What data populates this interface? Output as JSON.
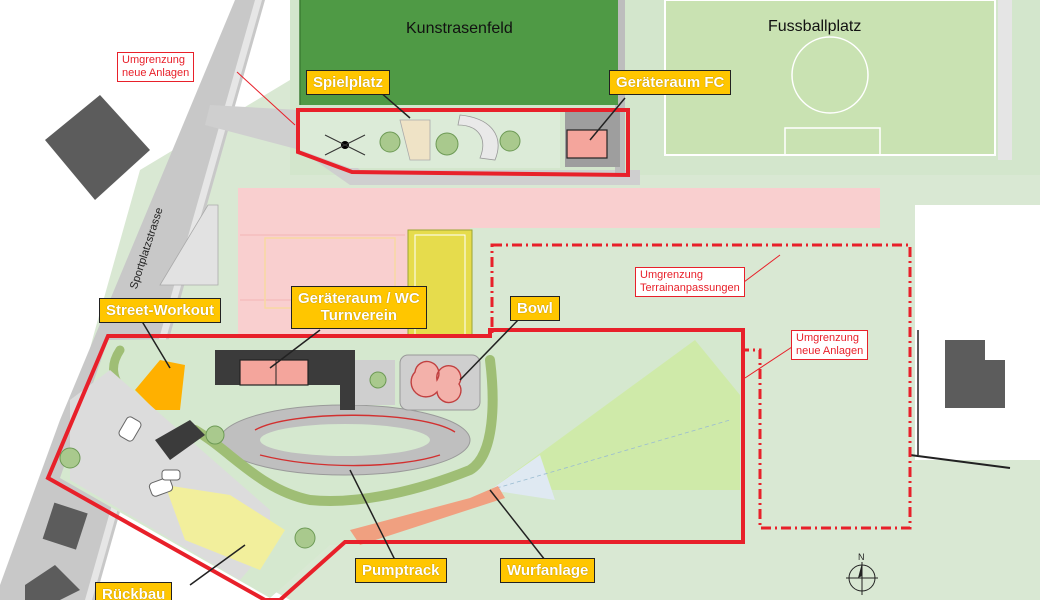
{
  "fields": {
    "kunstrasen": "Kunstrasenfeld",
    "fussball": "Fussballplatz"
  },
  "street": "Sportplatzstrasse",
  "callouts": {
    "spielplatz": "Spielplatz",
    "geraeteraum_fc": "Geräteraum FC",
    "street_workout": "Street-Workout",
    "geraeteraum_wc_1": "Geräteraum / WC",
    "geraeteraum_wc_2": "Turnverein",
    "bowl": "Bowl",
    "pumptrack": "Pumptrack",
    "wurfanlage": "Wurfanlage",
    "rueckbau": "Rückbau"
  },
  "notes": {
    "umgrenzung_top_1": "Umgrenzung",
    "umgrenzung_top_2": "neue Anlagen",
    "terrain_1": "Umgrenzung",
    "terrain_2": "Terrainanpassungen",
    "umgrenzung_right_1": "Umgrenzung",
    "umgrenzung_right_2": "neue Anlagen"
  },
  "north": "N",
  "colors": {
    "grass": "#d9e8d3",
    "turf": "#4f9a45",
    "football": "#c9e2b2",
    "track": "#f9cfcf",
    "boundary": "#e8202a",
    "callout": "#ffc600",
    "building": "#5c5c5c",
    "road": "#c8c8c8"
  }
}
